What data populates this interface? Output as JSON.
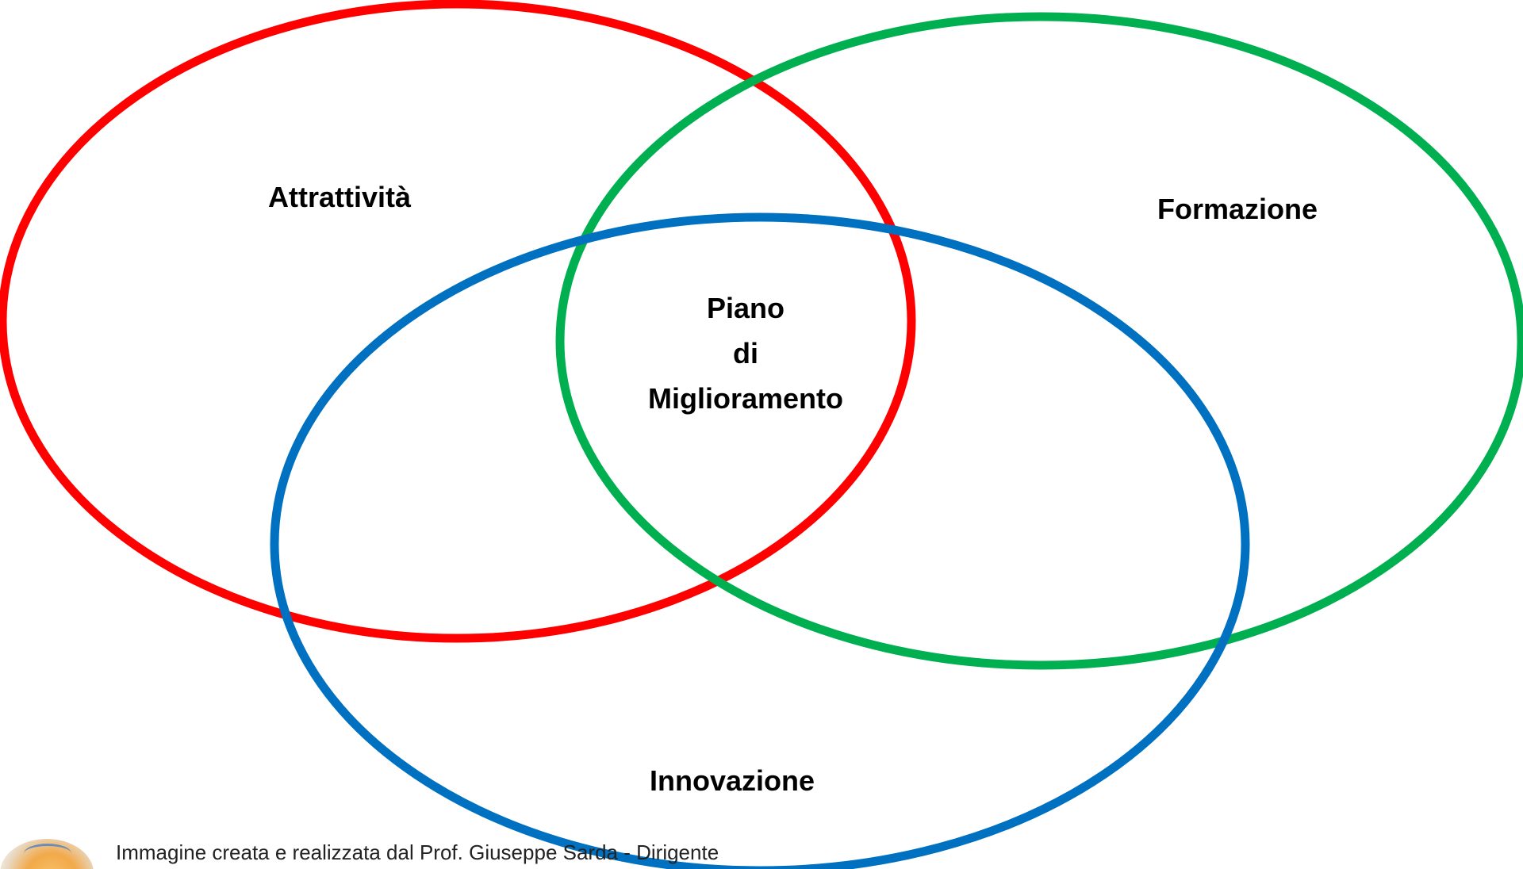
{
  "diagram": {
    "sets": [
      {
        "id": "red",
        "label": "Attrattività",
        "color": "#ff0000"
      },
      {
        "id": "green",
        "label": "Formazione",
        "color": "#00b050"
      },
      {
        "id": "blue",
        "label": "Innovazione",
        "color": "#0070c0"
      }
    ],
    "center": {
      "line1": "Piano",
      "line2": "di",
      "line3": "Miglioramento"
    }
  },
  "footer": {
    "text": "Immagine creata e realizzata dal Prof. Giuseppe Sarda - Dirigente",
    "logo_icon": "school-logo-icon"
  }
}
